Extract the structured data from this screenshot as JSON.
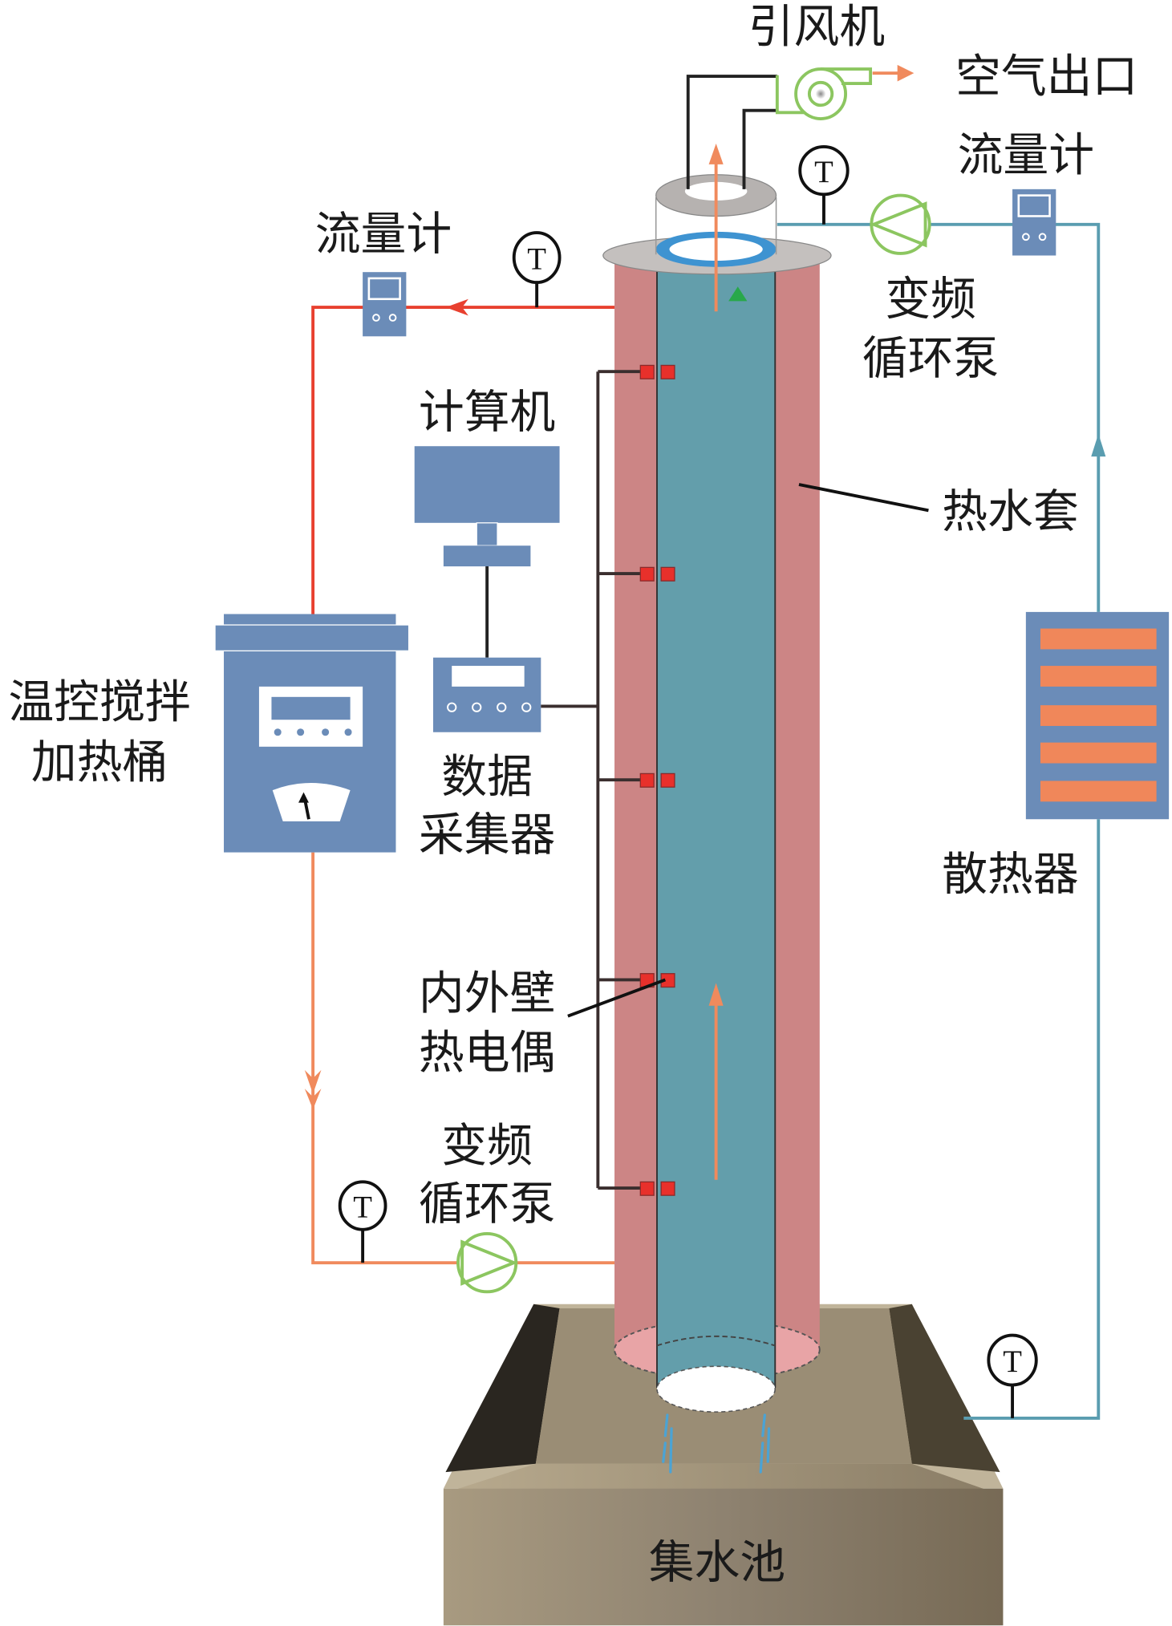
{
  "diagram": {
    "type": "experimental-apparatus schematic",
    "labels": {
      "induced_fan": "引风机",
      "air_outlet": "空气出口",
      "flowmeter_right": "流量计",
      "flowmeter_left": "流量计",
      "vfd_pump_right_line1": "变频",
      "vfd_pump_right_line2": "循环泵",
      "computer": "计算机",
      "hot_water_jacket": "热水套",
      "heater_tank_line1": "温控搅拌",
      "heater_tank_line2": "加热桶",
      "data_logger_line1": "数据",
      "data_logger_line2": "采集器",
      "radiator": "散热器",
      "thermocouple_line1": "内外壁",
      "thermocouple_line2": "热电偶",
      "vfd_pump_left_line1": "变频",
      "vfd_pump_left_line2": "循环泵",
      "collection_tank": "集水池"
    },
    "temperature_sensor_symbol": "T",
    "temperature_sensor_count": 4,
    "thermocouple_pair_count": 5,
    "radiator_fin_count": 5,
    "colors": {
      "hot_loop": "#e8402f",
      "return_loop": "#f08a5d",
      "cooling_loop": "#5a9db0",
      "jacket": "#cc8585",
      "inner_tube": "#639eab",
      "device_blue": "#6b8cb8",
      "pump_green": "#8cc660",
      "tank": "#8e8270"
    }
  }
}
